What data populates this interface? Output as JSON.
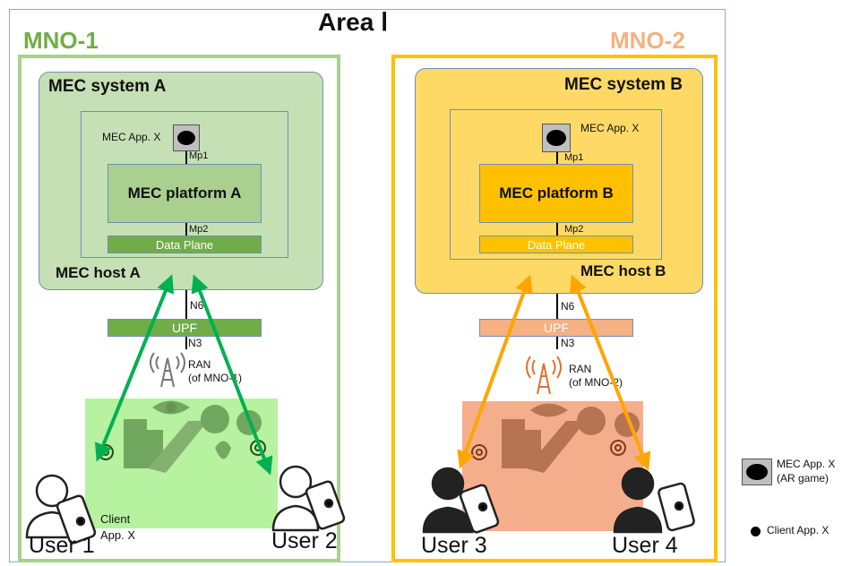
{
  "area": {
    "title": "Area Ⅰ"
  },
  "mno1": {
    "label": "MNO-1",
    "system_title": "MEC system A",
    "host_label": "MEC host A",
    "app_label": "MEC App. X",
    "platform_label": "MEC platform A",
    "data_plane_label": "Data Plane",
    "mp1": "Mp1",
    "mp2": "Mp2",
    "n6": "N6",
    "n3": "N3",
    "upf_label": "UPF",
    "ran_label": "RAN",
    "ran_sub": "(of MNO-1)",
    "client_label_1": "Client",
    "client_label_2": "App. X",
    "users": [
      "User 1",
      "User 2"
    ]
  },
  "mno2": {
    "label": "MNO-2",
    "system_title": "MEC system B",
    "host_label": "MEC host B",
    "app_label": "MEC App. X",
    "platform_label": "MEC platform B",
    "data_plane_label": "Data Plane",
    "mp1": "Mp1",
    "mp2": "Mp2",
    "n6": "N6",
    "n3": "N3",
    "upf_label": "UPF",
    "ran_label": "RAN",
    "ran_sub": "(of MNO-2)",
    "users": [
      "User 3",
      "User 4"
    ]
  },
  "legend": {
    "mec_app_1": "MEC App. X",
    "mec_app_2": "(AR game)",
    "client_app": "Client App. X"
  },
  "colors": {
    "mno1_accent": "#70ad47",
    "mno2_accent": "#ffc000",
    "arrow_green": "#00b050",
    "arrow_orange": "#ffa500"
  }
}
